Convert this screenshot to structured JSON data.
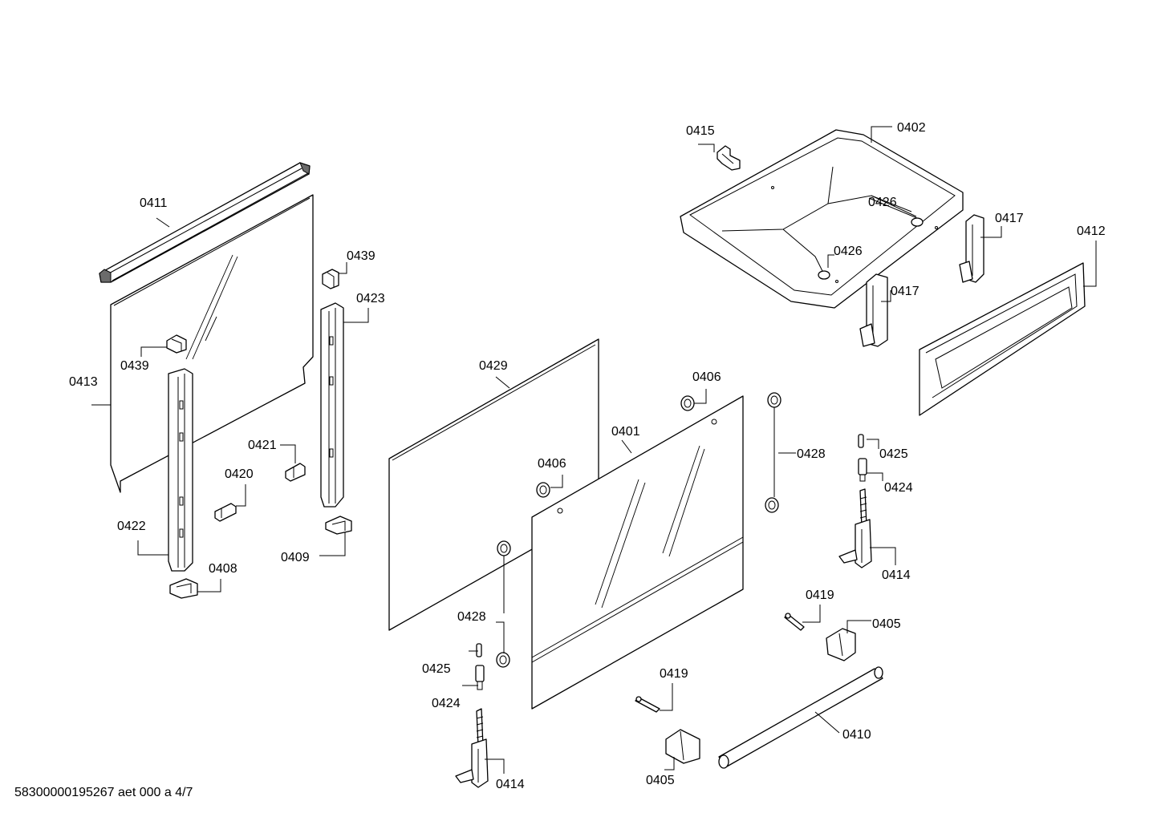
{
  "callouts": {
    "c0401": "0401",
    "c0402": "0402",
    "c0405a": "0405",
    "c0405b": "0405",
    "c0406a": "0406",
    "c0406b": "0406",
    "c0408": "0408",
    "c0409": "0409",
    "c0410": "0410",
    "c0411": "0411",
    "c0412": "0412",
    "c0413": "0413",
    "c0414a": "0414",
    "c0414b": "0414",
    "c0415": "0415",
    "c0417a": "0417",
    "c0417b": "0417",
    "c0419a": "0419",
    "c0419b": "0419",
    "c0420": "0420",
    "c0421": "0421",
    "c0422": "0422",
    "c0423": "0423",
    "c0424a": "0424",
    "c0424b": "0424",
    "c0425a": "0425",
    "c0425b": "0425",
    "c0426a": "0426",
    "c0426b": "0426",
    "c0428a": "0428",
    "c0428b": "0428",
    "c0429": "0429",
    "c0439a": "0439",
    "c0439b": "0439"
  },
  "footer": "58300000195267 aet 000 a 4/7"
}
